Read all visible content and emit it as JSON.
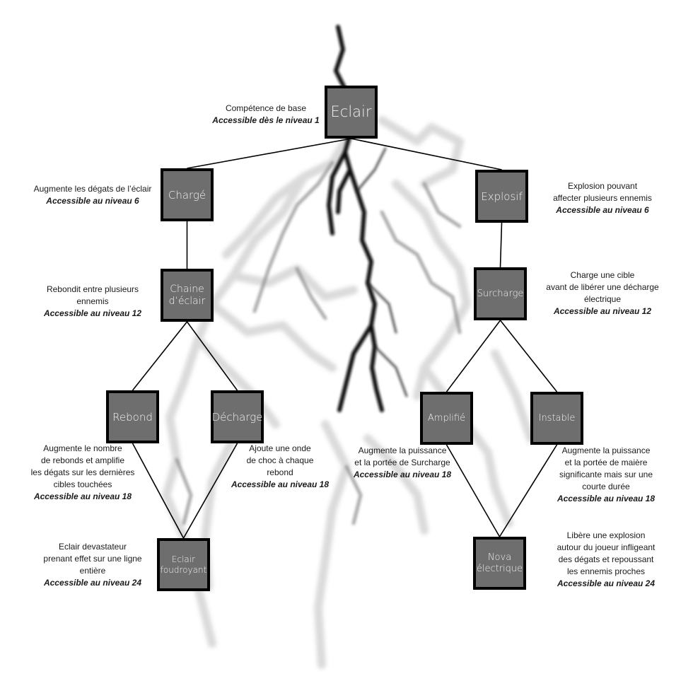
{
  "colors": {
    "node_fill": "#6e6e6e",
    "node_border": "#000000",
    "node_text": "#f0f0f0",
    "edge": "#000000"
  },
  "nodes": {
    "eclair": {
      "label": "Eclair"
    },
    "charge": {
      "label": "Chargé"
    },
    "explosif": {
      "label": "Explosif"
    },
    "chaine": {
      "label": "Chaine\nd’éclair"
    },
    "surcharge": {
      "label": "Surcharge"
    },
    "rebond": {
      "label": "Rebond"
    },
    "decharge": {
      "label": "Décharge"
    },
    "amplifie": {
      "label": "Amplifié"
    },
    "instable": {
      "label": "Instable"
    },
    "foudroyant": {
      "label": "Eclair\nfoudroyant"
    },
    "nova": {
      "label": "Nova\nélectrique"
    }
  },
  "descriptions": {
    "eclair": {
      "lines": [
        "Compétence de base"
      ],
      "level": "Accessible dès le niveau 1"
    },
    "charge": {
      "lines": [
        "Augmente les dégats de l’éclair"
      ],
      "level": "Accessible au niveau 6"
    },
    "explosif": {
      "lines": [
        "Explosion pouvant",
        "affecter plusieurs ennemis"
      ],
      "level": "Accessible au niveau 6"
    },
    "chaine": {
      "lines": [
        "Rebondit entre plusieurs",
        "ennemis"
      ],
      "level": "Accessible au niveau 12"
    },
    "surcharge": {
      "lines": [
        "Charge une cible",
        "avant de libérer une décharge",
        "électrique"
      ],
      "level": "Accessible au niveau 12"
    },
    "rebond": {
      "lines": [
        "Augmente le nombre",
        "de rebonds et amplifie",
        "les dégats sur les dernières",
        "cibles touchées"
      ],
      "level": "Accessible au niveau 18"
    },
    "decharge": {
      "lines": [
        "Ajoute une onde",
        "de choc à chaque",
        "rebond"
      ],
      "level": "Accessible au niveau 18"
    },
    "amplifie": {
      "lines": [
        "Augmente la puissance",
        "et la portée de Surcharge"
      ],
      "level": "Accessible au niveau 18"
    },
    "instable": {
      "lines": [
        "Augmente la puissance",
        "et la portée de maière",
        "significante mais sur une",
        "courte durée"
      ],
      "level": "Accessible au niveau 18"
    },
    "foudroyant": {
      "lines": [
        "Eclair devastateur",
        "prenant effet sur une ligne",
        "entière"
      ],
      "level": "Accessible au niveau 24"
    },
    "nova": {
      "lines": [
        "Libère une explosion",
        "autour du joueur infligeant",
        "des dégats et repoussant",
        "les ennemis proches"
      ],
      "level": "Accessible au niveau 24"
    }
  },
  "edges": [
    [
      "eclair",
      "charge"
    ],
    [
      "eclair",
      "explosif"
    ],
    [
      "charge",
      "chaine"
    ],
    [
      "explosif",
      "surcharge"
    ],
    [
      "chaine",
      "rebond"
    ],
    [
      "chaine",
      "decharge"
    ],
    [
      "surcharge",
      "amplifie"
    ],
    [
      "surcharge",
      "instable"
    ],
    [
      "rebond",
      "foudroyant"
    ],
    [
      "decharge",
      "foudroyant"
    ],
    [
      "amplifie",
      "nova"
    ],
    [
      "instable",
      "nova"
    ]
  ]
}
